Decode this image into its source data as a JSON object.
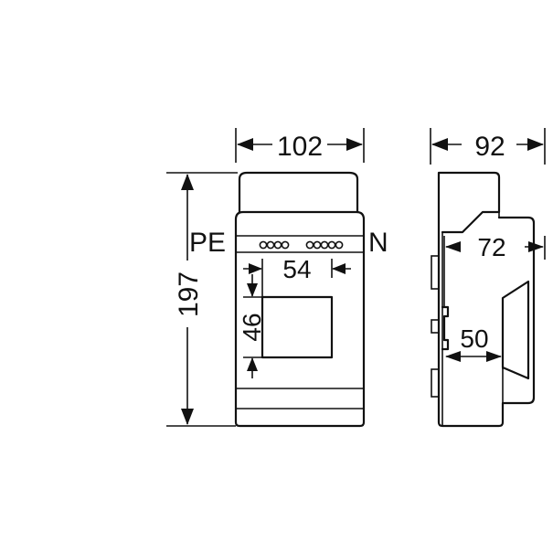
{
  "drawing": {
    "front_view": {
      "width_label": "102",
      "height_label": "197",
      "pe_label": "PE",
      "n_label": "N",
      "window_width_label": "54",
      "window_height_label": "46"
    },
    "side_view": {
      "depth_label": "92",
      "inner_depth_label": "72",
      "rail_depth_label": "50"
    }
  }
}
